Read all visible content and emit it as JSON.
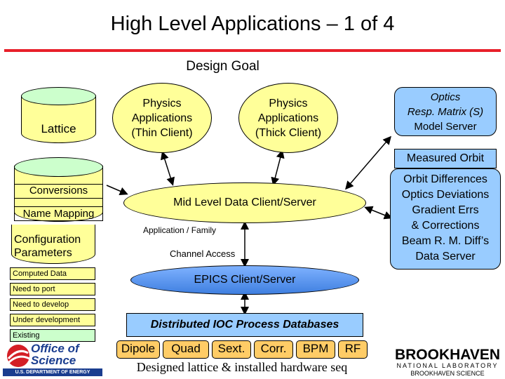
{
  "title": "High Level Applications – 1 of 4",
  "subtitle": "Design Goal",
  "lattice": "Lattice",
  "conversions": "Conversions",
  "name_mapping": "Name Mapping",
  "configuration": [
    "Configuration",
    "Parameters"
  ],
  "legend": [
    "Computed Data",
    "Need to port",
    "Need to develop",
    "Under development",
    "Existing"
  ],
  "legend_colors": [
    "#ffff99",
    "#ffff99",
    "#ffff99",
    "#ffff99",
    "#ccffcc"
  ],
  "thin_client": [
    "Physics",
    "Applications",
    "(Thin Client)"
  ],
  "thick_client": [
    "Physics",
    "Applications",
    "(Thick Client)"
  ],
  "optics_server": [
    "Optics",
    "Resp. Matrix (S)",
    "Model Server"
  ],
  "measured_orbit": "Measured Orbit",
  "orbit_server": [
    "Orbit Differences",
    "Optics Deviations",
    "Gradient Errs",
    "& Corrections",
    "Beam R. M. Diff’s",
    "Data Server"
  ],
  "mid_level": "Mid Level  Data Client/Server",
  "application_family": "Application / Family",
  "channel_access": "Channel Access",
  "epics": "EPICS Client/Server",
  "ioc": "Distributed IOC Process Databases",
  "hardware": [
    "Dipole",
    "Quad",
    "Sext.",
    "Corr.",
    "BPM",
    "RF"
  ],
  "hardware_caption": "Designed lattice & installed hardware seq",
  "doe_logo": [
    "Office of",
    "Science",
    "U.S. DEPARTMENT OF ENERGY"
  ],
  "bnl_logo": [
    "BROOKHAVEN",
    "NATIONAL LABORATORY"
  ],
  "bnl_footer": "BROOKHAVEN SCIENCE"
}
